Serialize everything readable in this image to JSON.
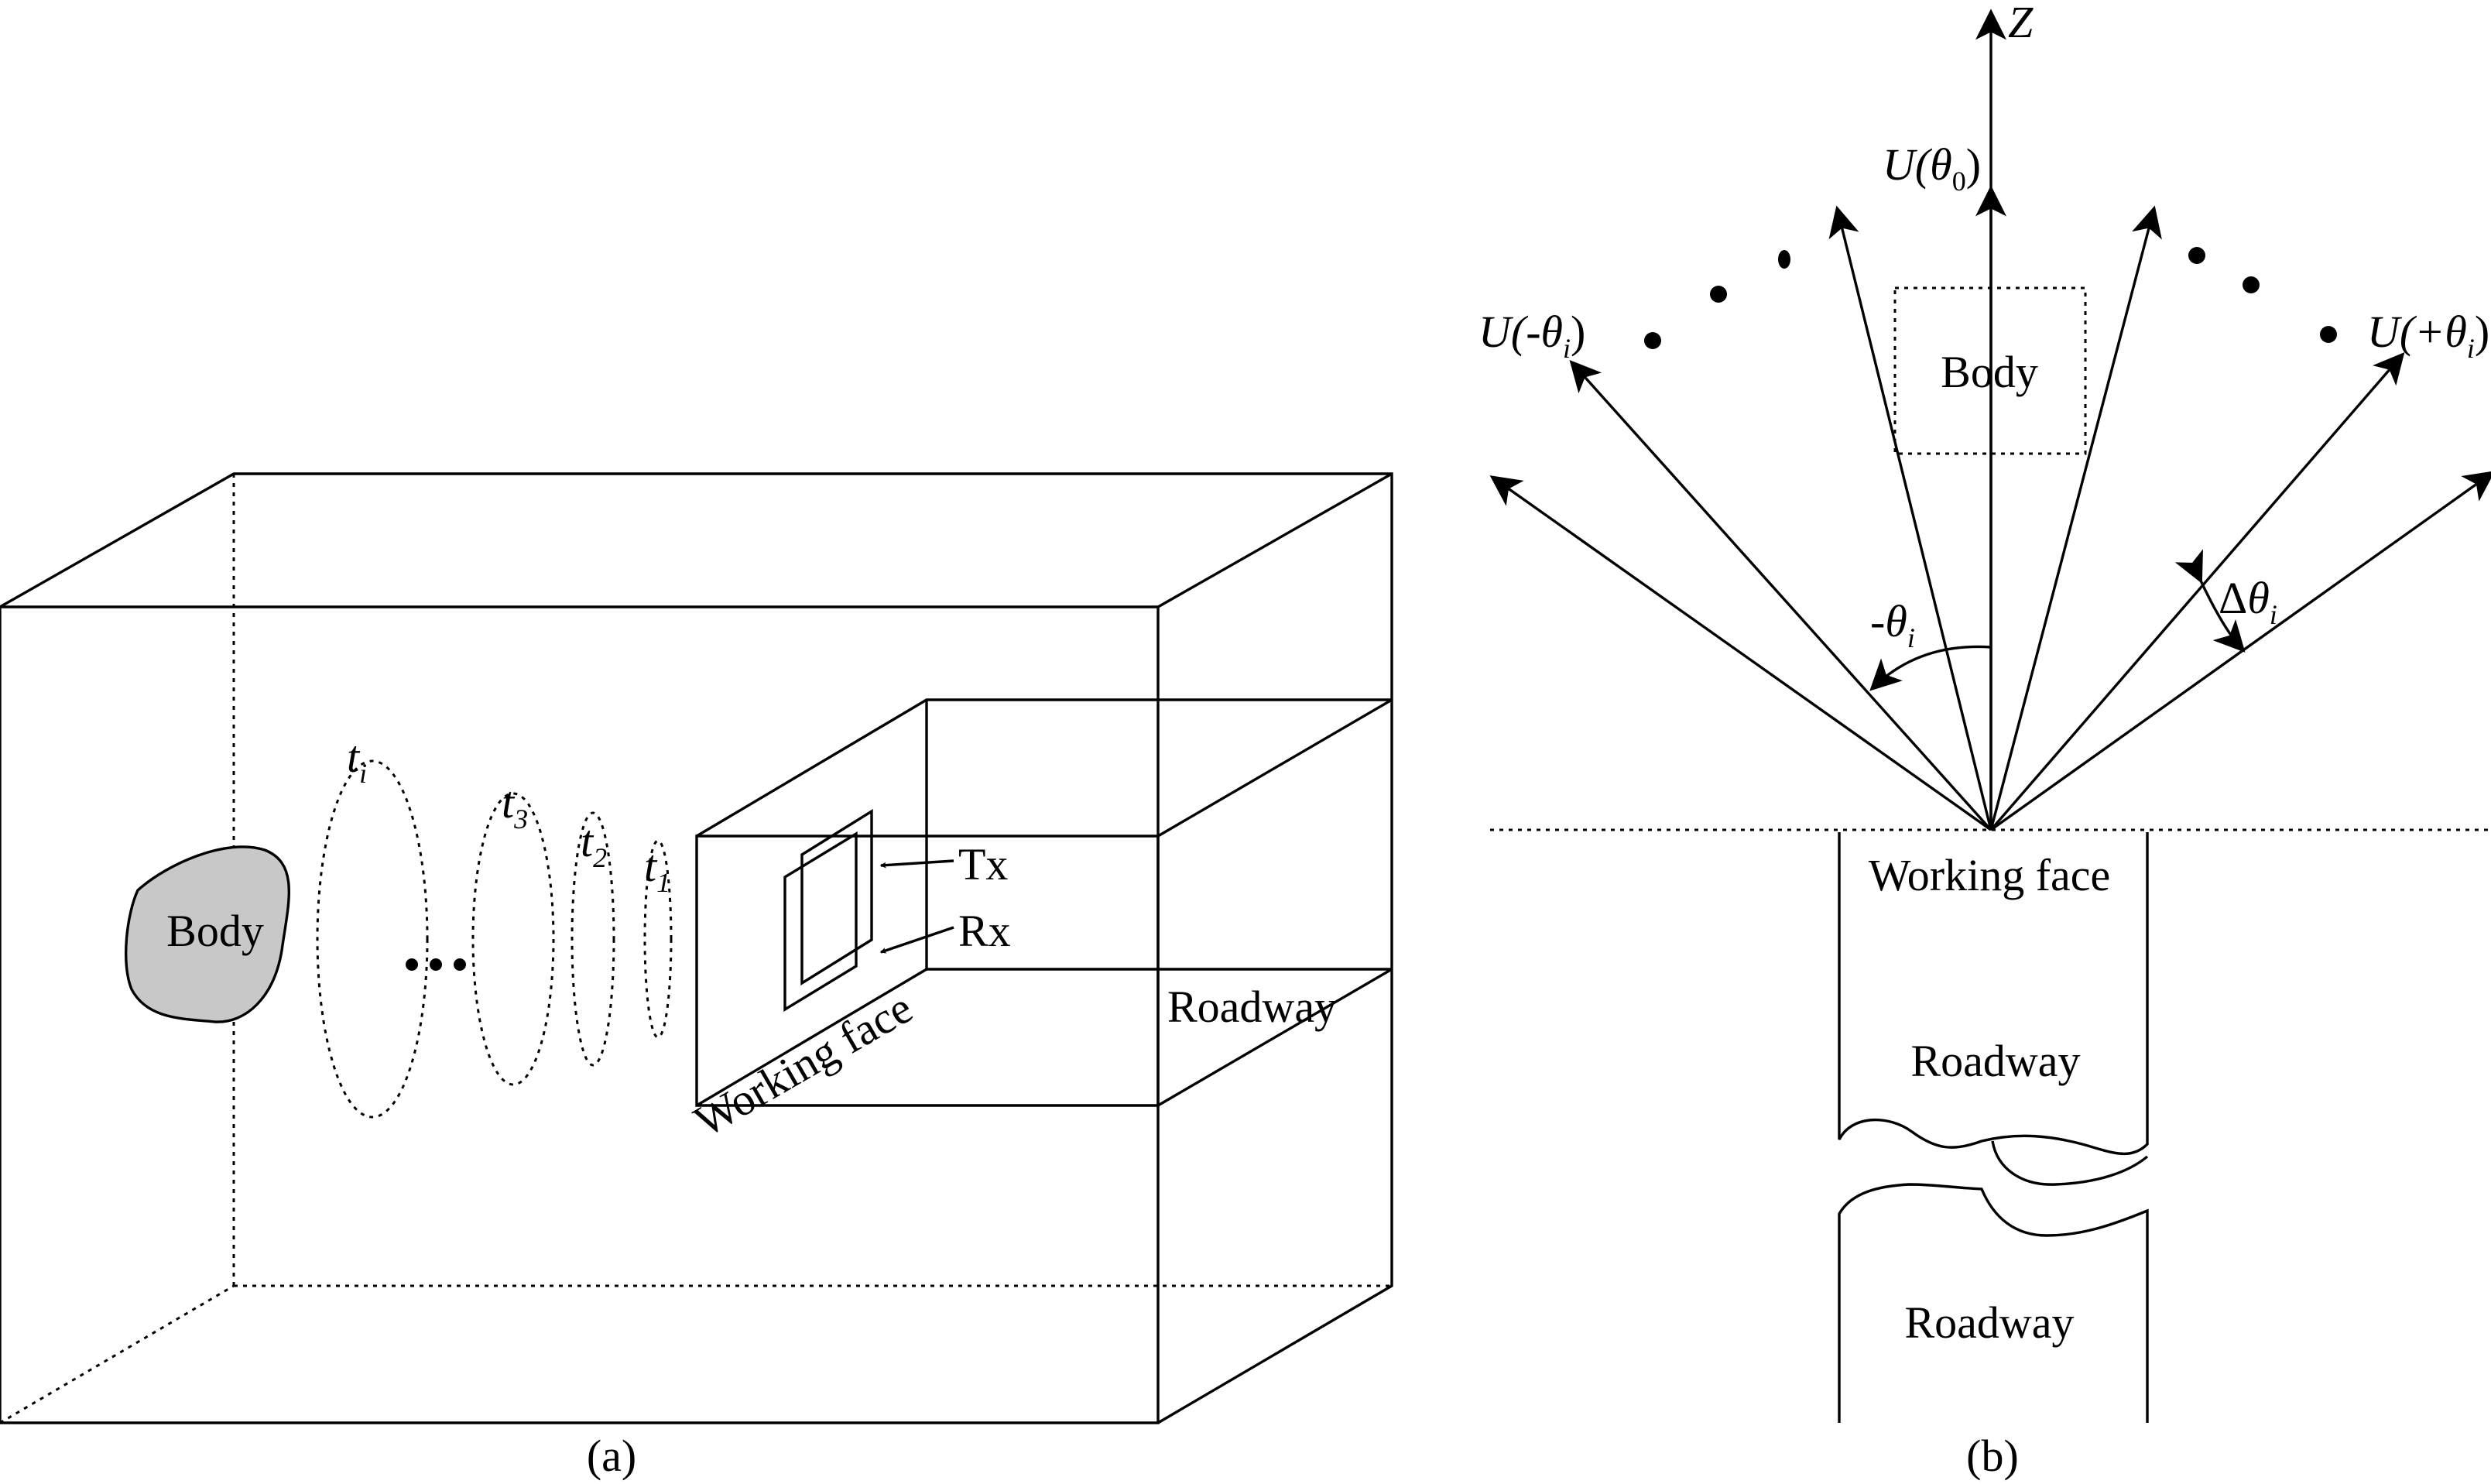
{
  "panel_a": {
    "caption": "(a)",
    "body_label": "Body",
    "time_labels": [
      {
        "main": "t",
        "sub": "i"
      },
      {
        "main": "t",
        "sub": "3"
      },
      {
        "main": "t",
        "sub": "2"
      },
      {
        "main": "t",
        "sub": "1"
      }
    ],
    "tx_label": "Tx",
    "rx_label": "Rx",
    "working_face_label": "Working face",
    "roadway_label": "Roadway"
  },
  "panel_b": {
    "caption": "(b)",
    "axis_label": "Z",
    "u_center": {
      "main": "U(",
      "theta": "θ",
      "sub": "0",
      "close": ")"
    },
    "u_left": {
      "main": "U(-",
      "theta": "θ",
      "sub": "i",
      "close": ")"
    },
    "u_right": {
      "main": "U(+",
      "theta": "θ",
      "sub": "i",
      "close": ")"
    },
    "body_label": "Body",
    "neg_theta": {
      "main": "-",
      "theta": "θ",
      "sub": "i"
    },
    "delta_theta": {
      "main": "Δ",
      "theta": "θ",
      "sub": "i"
    },
    "working_face_label": "Working face",
    "roadway_upper": "Roadway",
    "roadway_lower": "Roadway"
  }
}
